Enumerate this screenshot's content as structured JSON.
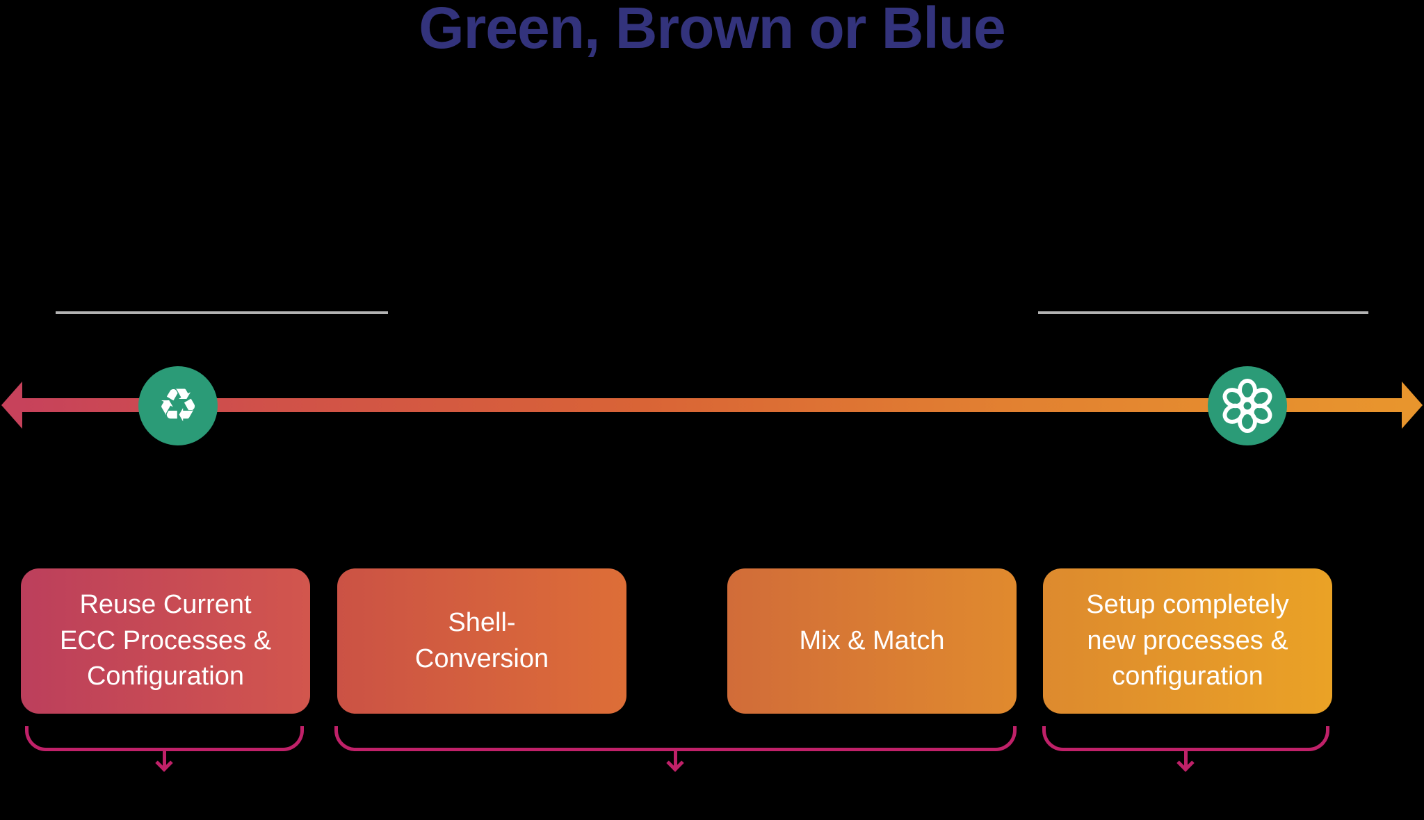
{
  "title": {
    "text": "Green, Brown or Blue",
    "color": "#33337C"
  },
  "spectrum_arrow": {
    "start_color": "#C7425B",
    "end_color": "#E8952D",
    "markers": [
      {
        "name": "recycle",
        "glyph": "♻",
        "circle_color": "#2B9B77",
        "icon_color": "#FFFFFF"
      },
      {
        "name": "flower",
        "circle_color": "#2B9B77",
        "icon_color": "#FFFFFF"
      }
    ]
  },
  "options": [
    {
      "label": "Reuse Current\nECC Processes &\nConfiguration",
      "color_left": "#BC3F5C",
      "color_right": "#D2564D"
    },
    {
      "label": "Shell-\nConversion",
      "color_left": "#CB5245",
      "color_right": "#DD6E37"
    },
    {
      "label": "Mix & Match",
      "color_left": "#D16C39",
      "color_right": "#E08A2E"
    },
    {
      "label": "Setup completely\nnew processes &\nconfiguration",
      "color_left": "#DD8A2E",
      "color_right": "#EAA226"
    }
  ],
  "group_brackets": {
    "color": "#C02169",
    "groups": [
      {
        "name": "left-group",
        "spans_options": [
          0
        ]
      },
      {
        "name": "middle-group",
        "spans_options": [
          1,
          2
        ]
      },
      {
        "name": "right-group",
        "spans_options": [
          3
        ]
      }
    ]
  },
  "rule_lines": {
    "color": "#B3B3B3",
    "count": 2
  }
}
